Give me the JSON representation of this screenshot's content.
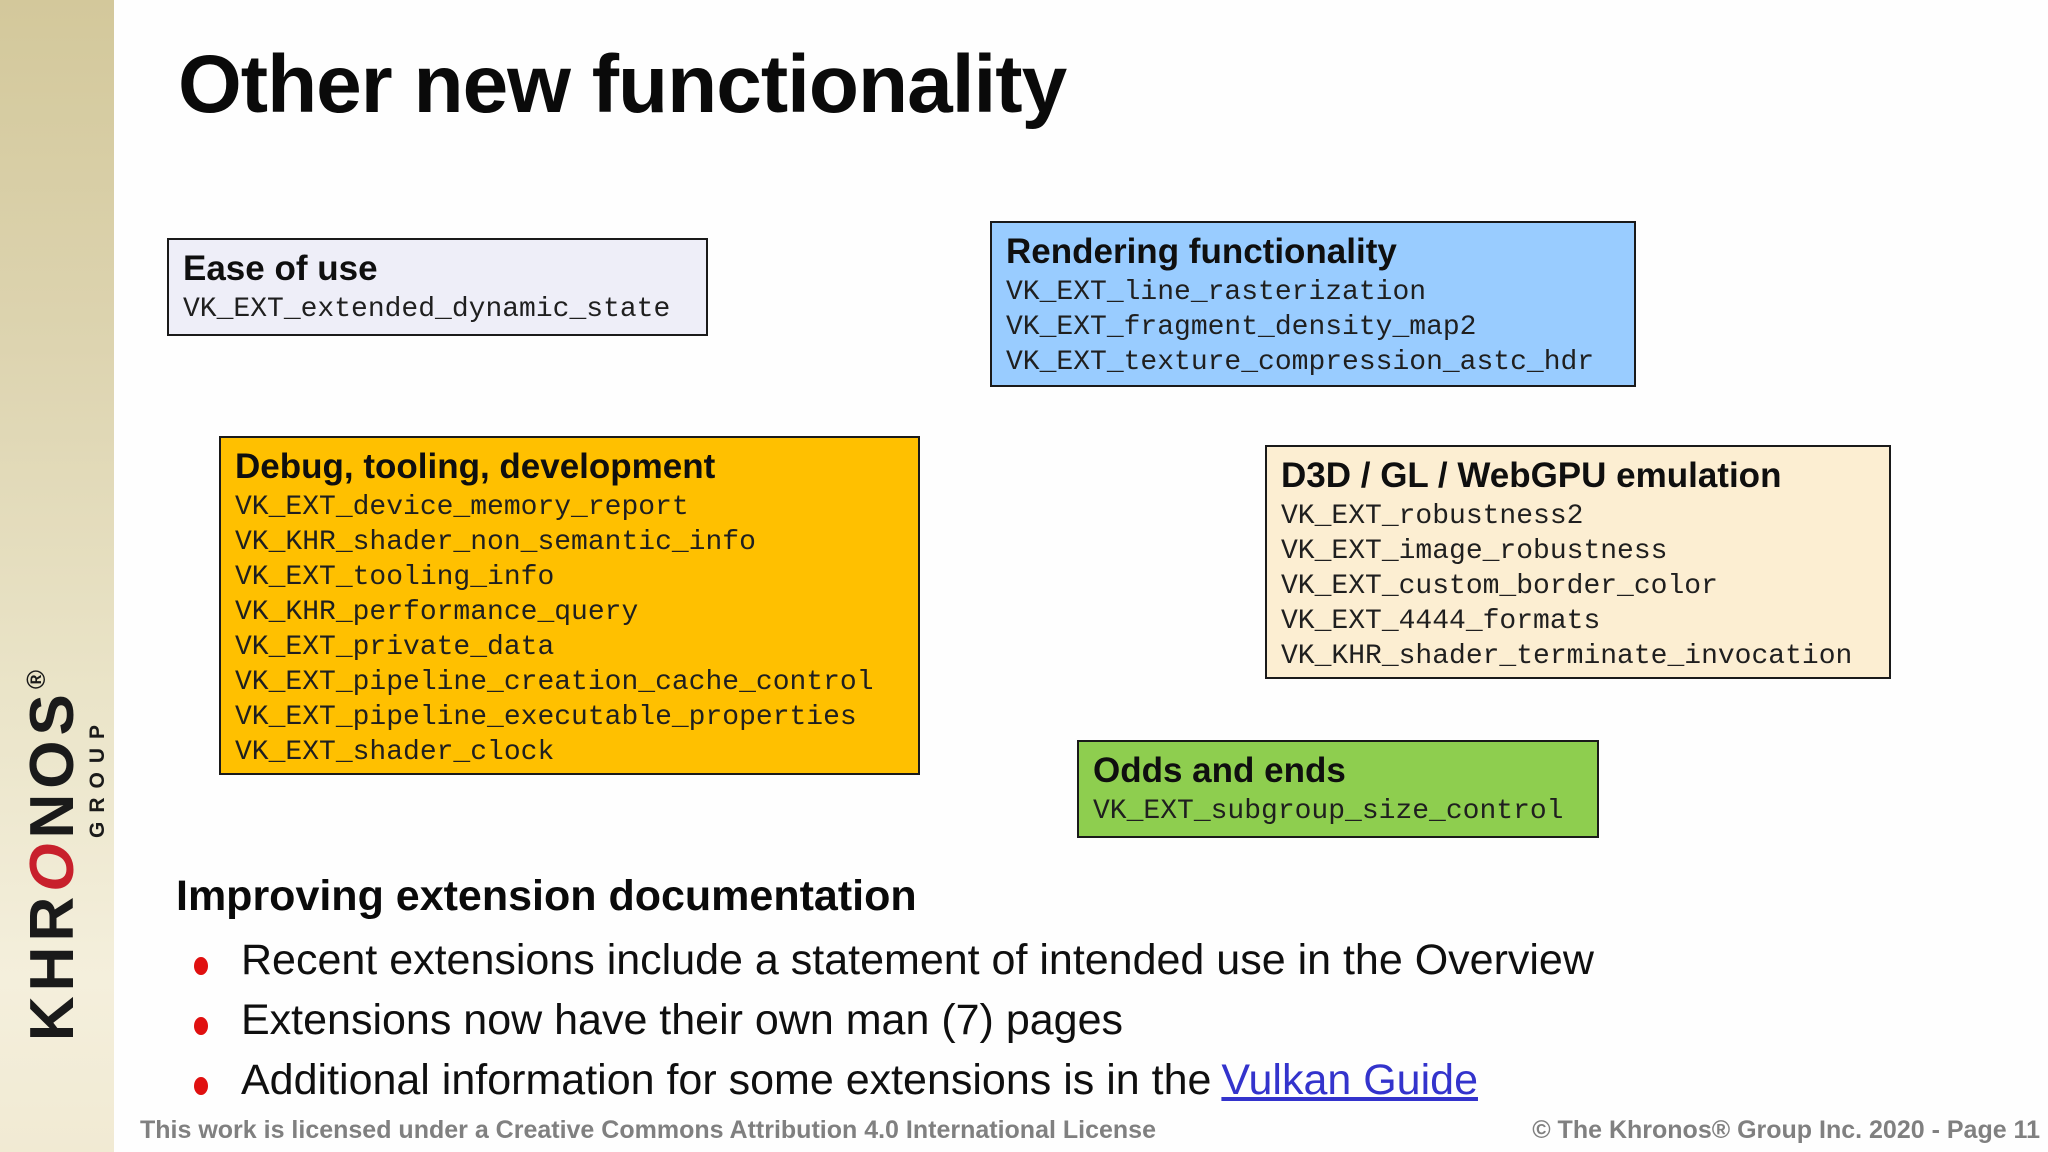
{
  "slide": {
    "title": "Other new functionality",
    "boxes": {
      "ease": {
        "title": "Ease of use",
        "bg_color": "#eeeef8",
        "items": [
          "VK_EXT_extended_dynamic_state"
        ]
      },
      "rendering": {
        "title": "Rendering functionality",
        "bg_color": "#99ccff",
        "items": [
          "VK_EXT_line_rasterization",
          "VK_EXT_fragment_density_map2",
          "VK_EXT_texture_compression_astc_hdr"
        ]
      },
      "debug": {
        "title": "Debug, tooling, development",
        "bg_color": "#ffc000",
        "items": [
          "VK_EXT_device_memory_report",
          "VK_KHR_shader_non_semantic_info",
          "VK_EXT_tooling_info",
          "VK_KHR_performance_query",
          "VK_EXT_private_data",
          "VK_EXT_pipeline_creation_cache_control",
          "VK_EXT_pipeline_executable_properties",
          "VK_EXT_shader_clock"
        ]
      },
      "emulation": {
        "title": "D3D / GL / WebGPU emulation",
        "bg_color": "#fceed2",
        "items": [
          "VK_EXT_robustness2",
          "VK_EXT_image_robustness",
          "VK_EXT_custom_border_color",
          "VK_EXT_4444_formats",
          "VK_KHR_shader_terminate_invocation"
        ]
      },
      "odds": {
        "title": "Odds and ends",
        "bg_color": "#8ece4f",
        "items": [
          "VK_EXT_subgroup_size_control"
        ]
      }
    },
    "docs": {
      "heading": "Improving extension documentation",
      "bullet_color": "#e01010",
      "link_color": "#3333cc",
      "bullets": [
        {
          "text": "Recent extensions include a statement of intended use in the Overview"
        },
        {
          "text": "Extensions now have their own man (7) pages"
        },
        {
          "text": "Additional information for some extensions is in the",
          "link": "Vulkan Guide"
        }
      ]
    },
    "footer": {
      "license": "This work is licensed under a Creative Commons Attribution 4.0 International License",
      "copyright": "© The Khronos® Group Inc. 2020 - Page 11"
    },
    "logo": {
      "pre": "KHR",
      "red_o": "O",
      "post": "NOS",
      "reg": "®",
      "group": "GROUP"
    }
  }
}
